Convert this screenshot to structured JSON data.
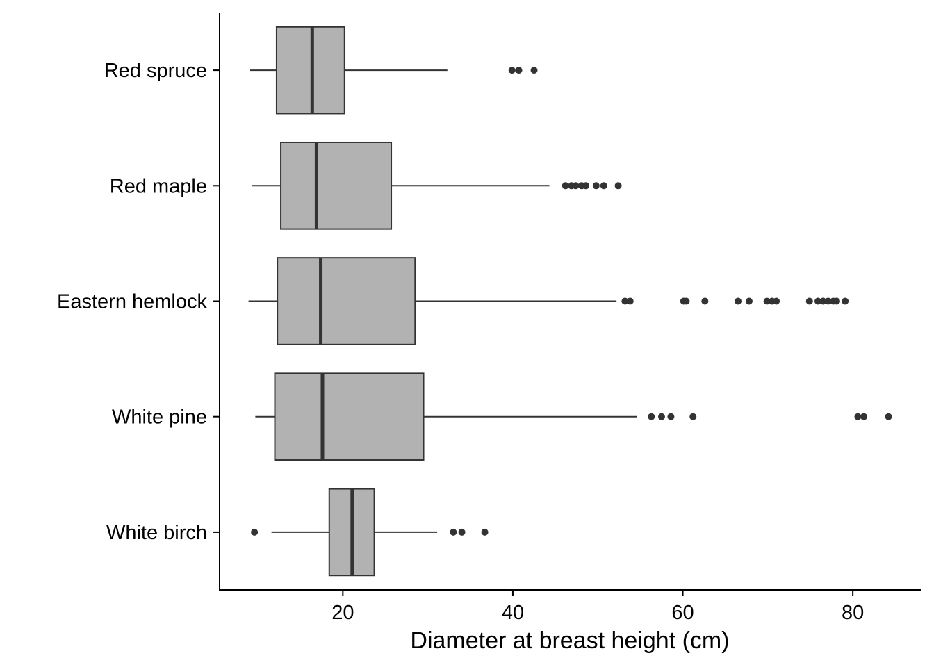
{
  "chart_data": {
    "type": "boxplot",
    "orientation": "horizontal",
    "title": "",
    "xlabel": "Diameter at breast height (cm)",
    "ylabel": "",
    "xlim": [
      5.5,
      88
    ],
    "xticks": [
      20,
      40,
      60,
      80
    ],
    "grid": false,
    "legend": "none",
    "box_color": "#b2b2b2",
    "line_color": "#333333",
    "categories": [
      "Red spruce",
      "Red maple",
      "Eastern hemlock",
      "White pine",
      "White birch"
    ],
    "series": [
      {
        "category": "Red spruce",
        "whisker_low": 9.1,
        "q1": 12.2,
        "median": 16.4,
        "q3": 20.2,
        "whisker_high": 32.3,
        "outliers": [
          39.9,
          40.7,
          42.5
        ]
      },
      {
        "category": "Red maple",
        "whisker_low": 9.3,
        "q1": 12.7,
        "median": 16.9,
        "q3": 25.7,
        "whisker_high": 44.3,
        "outliers": [
          46.2,
          46.9,
          47.4,
          48.1,
          48.6,
          49.8,
          50.7,
          52.4
        ]
      },
      {
        "category": "Eastern hemlock",
        "whisker_low": 8.9,
        "q1": 12.3,
        "median": 17.4,
        "q3": 28.5,
        "whisker_high": 52.2,
        "outliers": [
          53.2,
          53.8,
          60.1,
          60.4,
          62.6,
          66.5,
          67.8,
          69.9,
          70.5,
          71.0,
          74.9,
          75.9,
          76.5,
          77.1,
          77.7,
          78.1,
          79.1
        ]
      },
      {
        "category": "White pine",
        "whisker_low": 9.7,
        "q1": 12.0,
        "median": 17.6,
        "q3": 29.5,
        "whisker_high": 54.6,
        "outliers": [
          56.3,
          57.5,
          58.6,
          61.2,
          80.6,
          81.3,
          84.2
        ]
      },
      {
        "category": "White birch",
        "whisker_low": 11.6,
        "q1": 18.4,
        "median": 21.1,
        "q3": 23.7,
        "whisker_high": 31.1,
        "outliers": [
          9.6,
          33.0,
          34.0,
          36.7
        ]
      }
    ]
  }
}
